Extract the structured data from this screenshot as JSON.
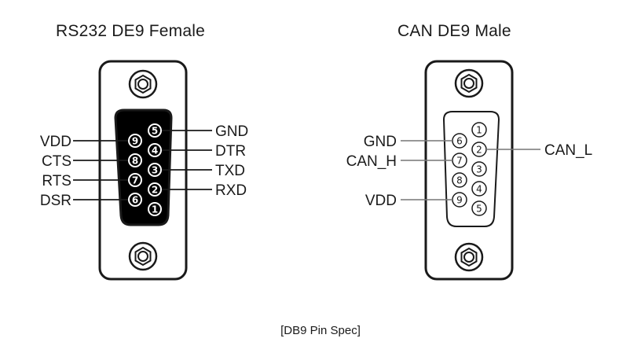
{
  "titles": {
    "rs232": "RS232 DE9 Female",
    "can": "CAN DE9 Male"
  },
  "caption": "[DB9 Pin Spec]",
  "rs232": {
    "pins": [
      "1",
      "2",
      "3",
      "4",
      "5",
      "6",
      "7",
      "8",
      "9"
    ],
    "labels": {
      "gnd": "GND",
      "dtr": "DTR",
      "txd": "TXD",
      "rxd": "RXD",
      "vdd": "VDD",
      "cts": "CTS",
      "rts": "RTS",
      "dsr": "DSR"
    }
  },
  "can": {
    "pins": [
      "1",
      "2",
      "3",
      "4",
      "5",
      "6",
      "7",
      "8",
      "9"
    ],
    "labels": {
      "gnd": "GND",
      "can_h": "CAN_H",
      "vdd": "VDD",
      "can_l": "CAN_L"
    }
  }
}
